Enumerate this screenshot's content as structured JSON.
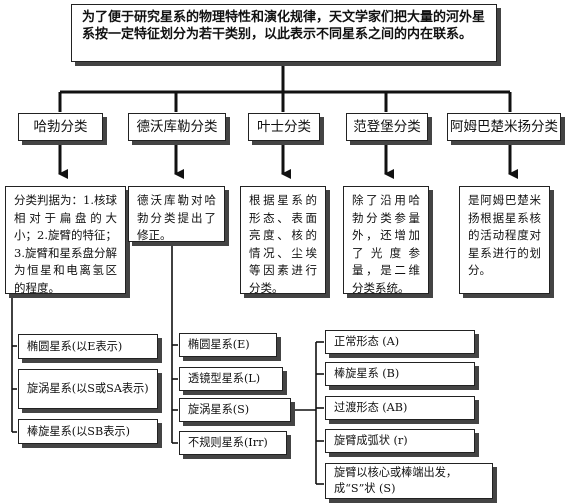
{
  "top_text": "为了便于研究星系的物理特性和演化规律，天文学家们把大量的河外星系按一定特征划分为若干类别，以此表示不同星系之间的内在联系。",
  "schemes": [
    {
      "name": "哈勃分类",
      "description": "分类判据为：1.核球相对于扁盘的大小；2.旋臂的特征；3.旋臂和星系盘分解为恒星和电离氢区的程度。"
    },
    {
      "name": "德沃库勒分类",
      "description": "德沃库勒对哈勃分类提出了修正。"
    },
    {
      "name": "叶士分类",
      "description": "根据星系的形态、表面亮度、核的情况、尘埃等因素进行分类。"
    },
    {
      "name": "范登堡分类",
      "description": "除了沿用哈勃分类参量外，还增加了光度参量，是二维分类系统。"
    },
    {
      "name": "阿姆巴楚米扬分类",
      "description": "是阿姆巴楚米扬根据星系核的活动程度对星系进行的划分。"
    }
  ],
  "hubble_types": [
    "椭圆星系(以E表示)",
    "旋涡星系(以S或SA表示)",
    "棒旋星系(以SB表示)"
  ],
  "devauc_types": [
    "椭圆星系(E)",
    "透镜型星系(L)",
    "旋涡星系(S)",
    "不规则星系(Irr)"
  ],
  "spiral_subtypes": [
    "正常形态 (A)",
    "棒旋星系 (B)",
    "过渡形态 (AB)",
    "旋臂成弧状 (r)",
    "旋臂以核心或棒端出发，成“S”状 (S)"
  ]
}
